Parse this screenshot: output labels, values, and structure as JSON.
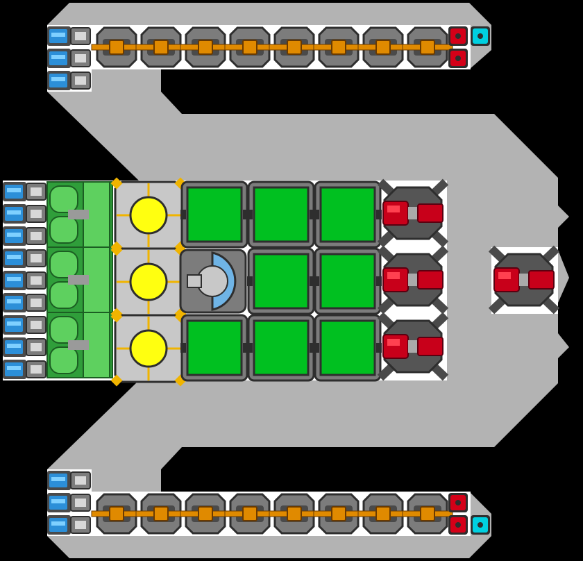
{
  "scene": "ship-blueprint-grid",
  "colors": {
    "background": "#000000",
    "hull": "#b3b3b3",
    "deck": "#ffffff",
    "block_frame": "#4a4a4a",
    "block_body": "#7c7c7c",
    "block_dark": "#2e2e2e",
    "thruster_blue": "#2c8fd8",
    "thruster_light": "#7fd0ff",
    "fuel_green": "#2f9e3a",
    "fuel_green_light": "#5ed05f",
    "reactor_yellow": "#ffff10",
    "gold": "#f0b400",
    "cargo_green": "#00c020",
    "cannon_red": "#c8001a",
    "cannon_red_light": "#ff4050",
    "gun_orange": "#e08a00",
    "cockpit_blue": "#6fb4e6",
    "button_red": "#d40018",
    "button_cyan": "#00d0e0"
  },
  "blocks": {
    "wing_top": {
      "thrusters": 3,
      "guns": 8,
      "red_buttons": 2,
      "cyan_buttons": 1
    },
    "core": {
      "thrusters": 9,
      "fuel_tanks": 3,
      "reactors": 3,
      "cargo_bays": 8,
      "cockpits": 1,
      "cannons": 3
    },
    "nose": {
      "cannons": 1
    },
    "wing_bottom": {
      "thrusters": 3,
      "guns": 8,
      "red_buttons": 2,
      "cyan_buttons": 1
    }
  }
}
